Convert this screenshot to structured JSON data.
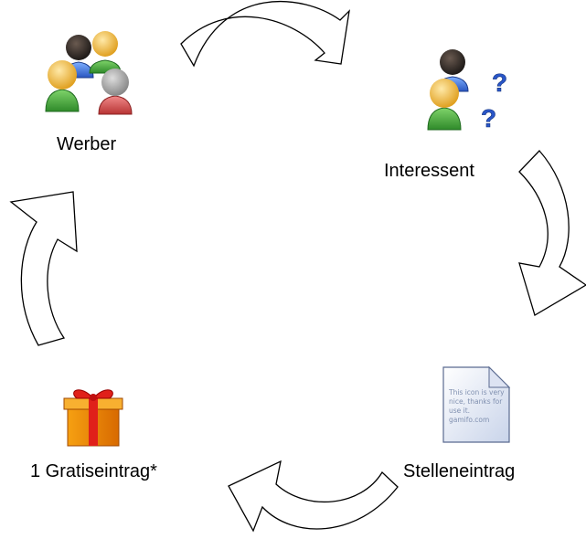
{
  "nodes": {
    "werber": {
      "label": "Werber",
      "icon": "people-group-icon"
    },
    "interessent": {
      "label": "Interessent",
      "icon": "person-question-icon"
    },
    "stelleneintrag": {
      "label": "Stelleneintrag",
      "icon": "document-icon"
    },
    "gratiseintrag": {
      "label": "1 Gratiseintrag*",
      "icon": "gift-box-icon"
    }
  },
  "document_preview_text": [
    "This icon is very",
    "nice, thanks for",
    "use it.",
    "gamifo.com"
  ],
  "cycle": [
    "werber",
    "interessent",
    "stelleneintrag",
    "gratiseintrag"
  ]
}
